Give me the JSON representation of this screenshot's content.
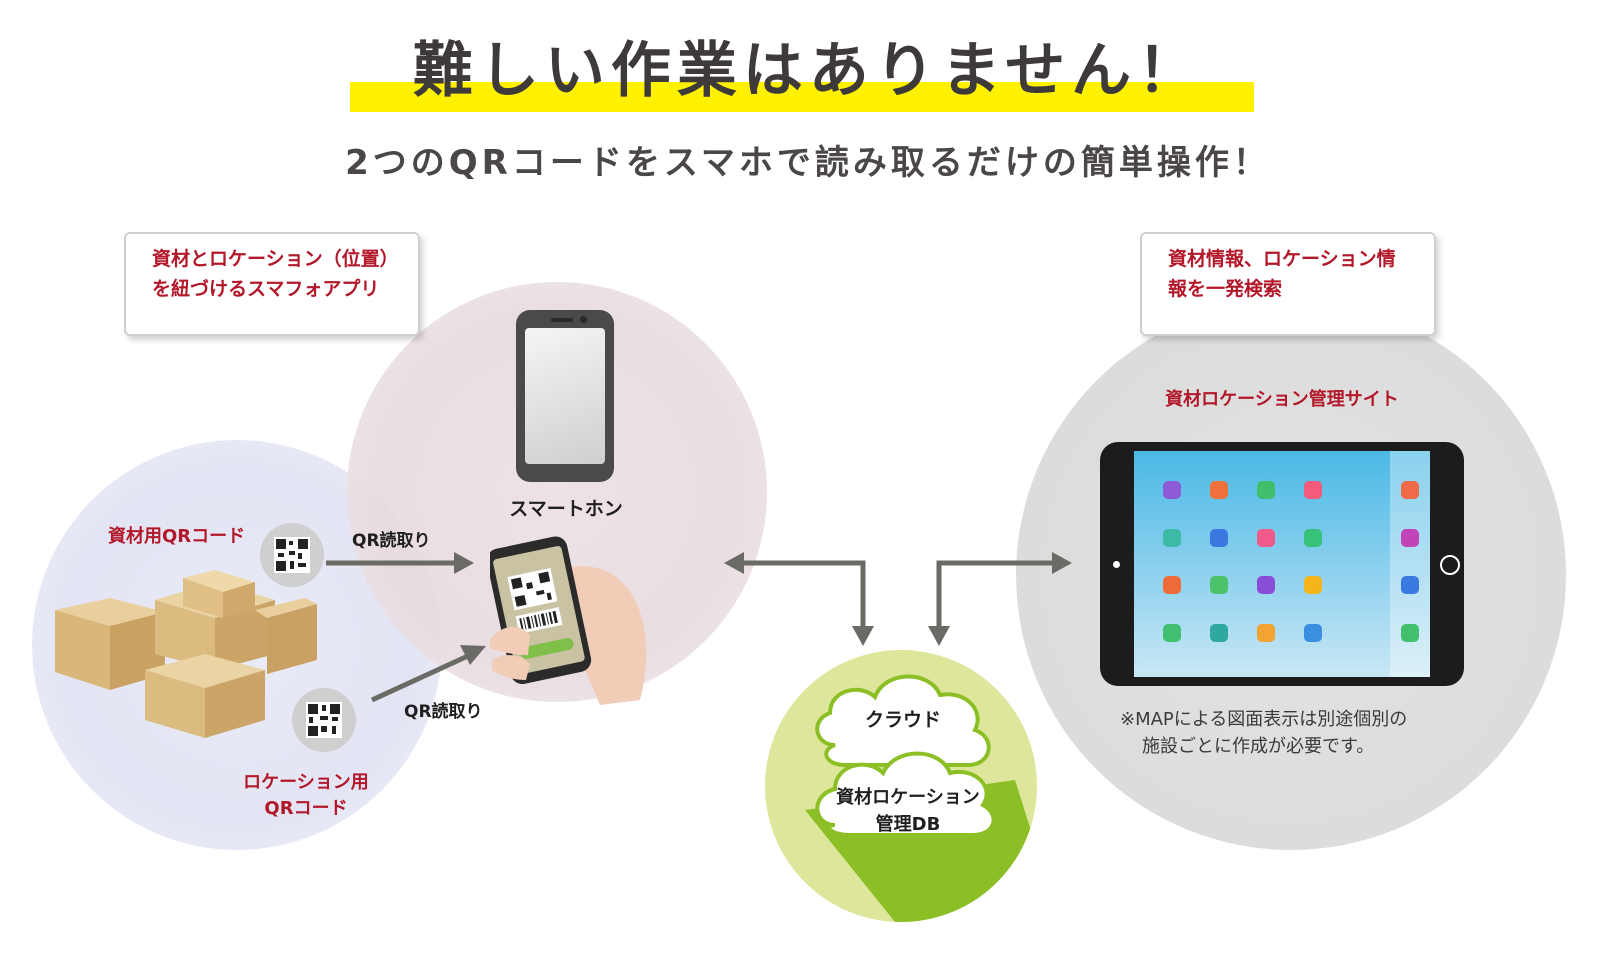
{
  "heading": {
    "title": "難しい作業はありません！",
    "subtitle": "2つのQRコードをスマホで読み取るだけの簡単操作！"
  },
  "left_callout": {
    "line1": "資材とロケーション（位置）",
    "line2": "を紐づけるスマフォアプリ"
  },
  "right_callout": {
    "line1": "資材情報、ロケーション情",
    "line2": "報を一発検索"
  },
  "labels": {
    "smartphone": "スマートホン",
    "material_qr": "資材用QRコード",
    "qr_read_1": "QR読取り",
    "qr_read_2": "QR読取り",
    "location_qr_line1": "ロケーション用",
    "location_qr_line2": "QRコード",
    "site_title": "資材ロケーション管理サイト",
    "cloud": "クラウド",
    "db_line1": "資材ロケーション",
    "db_line2": "管理DB"
  },
  "note": {
    "line1": "※MAPによる図面表示は別途個別の",
    "line2": "施設ごとに作成が必要です。"
  },
  "colors": {
    "highlight": "#fff100",
    "accent_red": "#b3182a",
    "arrow": "#6b6b66",
    "cloud_green": "#8cbf26"
  }
}
